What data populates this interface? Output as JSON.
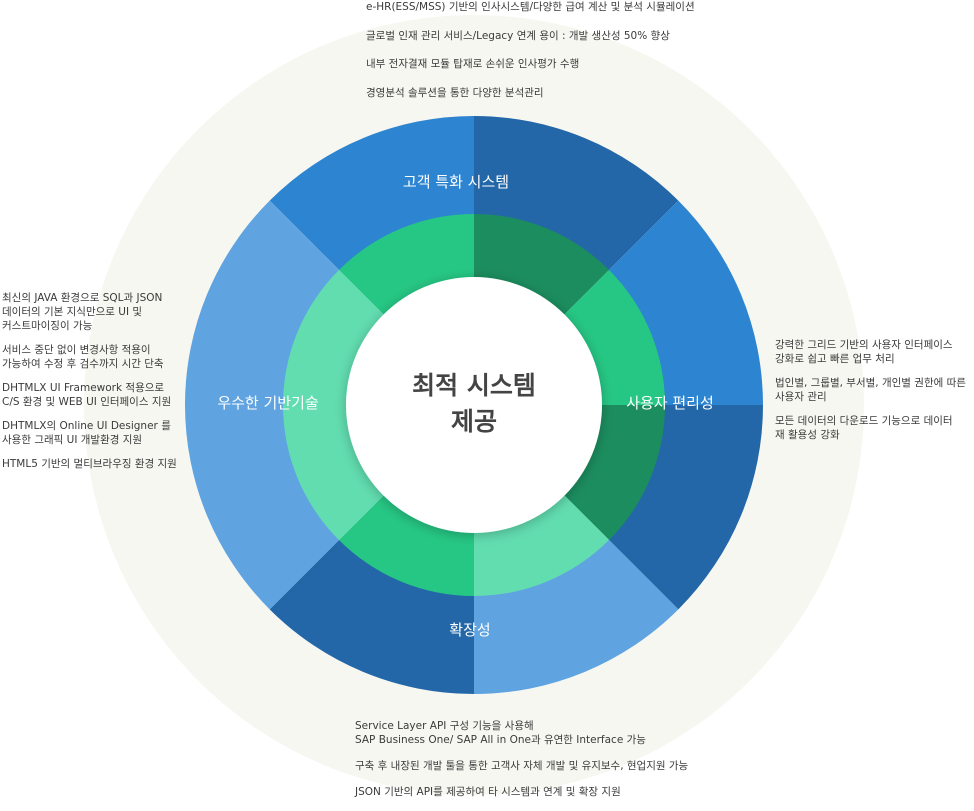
{
  "center": {
    "line1": "최적 시스템",
    "line2": "제공"
  },
  "segments": {
    "top": "고객 특화 시스템",
    "right": "사용자 편리성",
    "bottom": "확장성",
    "left": "우수한 기반기술"
  },
  "features": {
    "top": [
      "e-HR(ESS/MSS) 기반의 인사시스템/다양한 급여 계산 및 분석 시뮬레이션",
      "글로벌 인재 관리 서비스/Legacy 연계 용이 : 개발 생산성 50% 향상",
      "내부 전자결재 모듈 탑재로 손쉬운 인사평가 수행",
      "경영분석 솔루션을 통한 다양한 분석관리"
    ],
    "left": [
      "최신의 JAVA 환경으로 SQL과 JSON\n데이터의 기본 지식만으로 UI 및\n커스트마이징이 가능",
      "서비스 중단 없이 변경사항 적용이\n가능하여 수정 후 검수까지 시간 단축",
      "DHTMLX UI Framework 적용으로\nC/S 환경 및 WEB UI 인터페이스 지원",
      "DHTMLX의 Online UI Designer 를\n사용한 그래픽 UI 개발환경 지원",
      "HTML5 기반의 멀티브라우징 환경 지원"
    ],
    "right": [
      "강력한 그리드 기반의 사용자 인터페이스\n강화로 쉽고 빠른 업무  처리",
      "법인별, 그룹별, 부서별, 개인별 권한에 따른\n사용자 관리",
      "모든 데이터의 다운로드 기능으로 데이터\n재 활용성 강화"
    ],
    "bottom": [
      "Service Layer API 구성 기능을 사용해\nSAP Business One/ SAP All in One과 유연한 Interface 가능",
      "구축 후 내장된 개발 툴을 통한 고객사 자체 개발 및 유지보수, 현업지원 가능",
      "JSON 기반의 API를 제공하여 타 시스템과 연계 및 확장 지원"
    ]
  },
  "colors": {
    "background_ring": "#f7f7f1",
    "background_ring_light": "#fafaf5",
    "blue_dark": "#2367a9",
    "blue_mid": "#2d84d0",
    "blue_light": "#5fa3e1",
    "green_dark": "#1c8d5f",
    "green_mid": "#26c784",
    "green_light": "#62ddb0",
    "center": "#ffffff"
  }
}
